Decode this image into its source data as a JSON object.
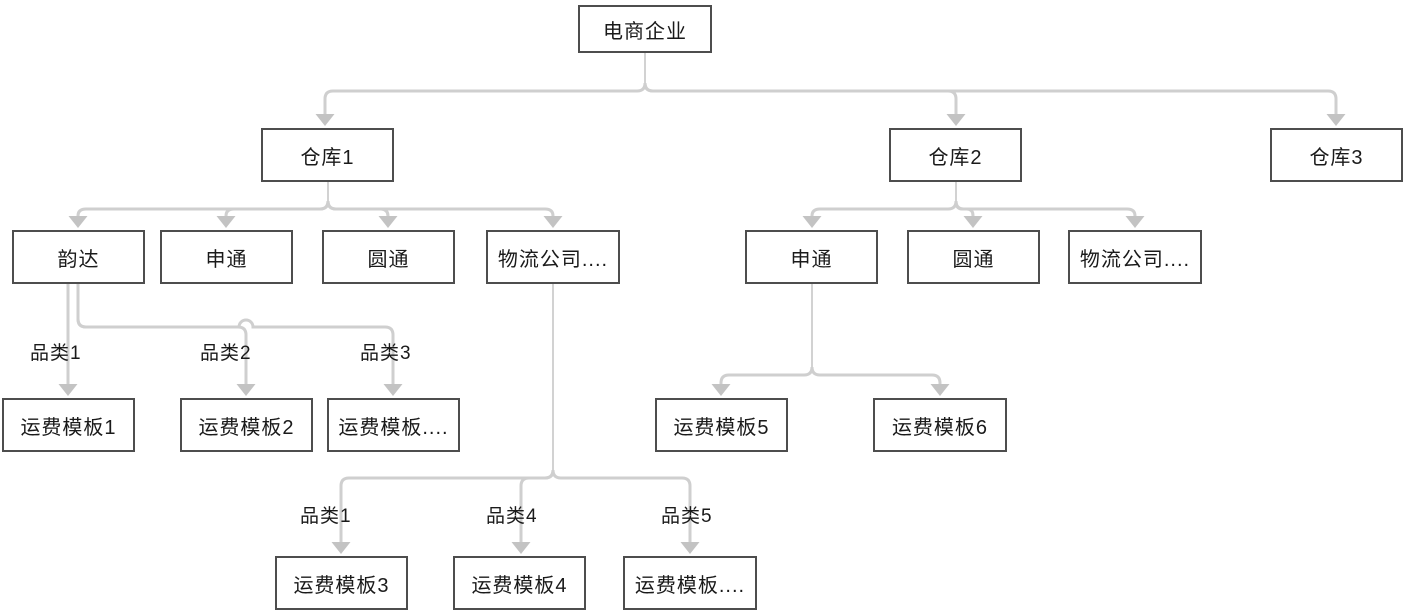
{
  "diagram": {
    "nodes": {
      "root": "电商企业",
      "wh1": "仓库1",
      "wh2": "仓库2",
      "wh3": "仓库3",
      "yunda": "韵达",
      "shentong1": "申通",
      "yuantong1": "圆通",
      "logistics1": "物流公司....",
      "shentong2": "申通",
      "yuantong2": "圆通",
      "logistics2": "物流公司....",
      "tpl1": "运费模板1",
      "tpl2": "运费模板2",
      "tplx1": "运费模板....",
      "tpl3": "运费模板3",
      "tpl4": "运费模板4",
      "tplx2": "运费模板....",
      "tpl5": "运费模板5",
      "tpl6": "运费模板6"
    },
    "edge_labels": {
      "cat1a": "品类1",
      "cat2": "品类2",
      "cat3": "品类3",
      "cat1b": "品类1",
      "cat4": "品类4",
      "cat5": "品类5"
    }
  },
  "colors": {
    "line": "#cfcfcf",
    "stem": "#c6c6c6",
    "arrow": "#c3c3c3",
    "box_border": "#4d4d4d",
    "text": "#1a1a1a",
    "background": "#ffffff"
  }
}
